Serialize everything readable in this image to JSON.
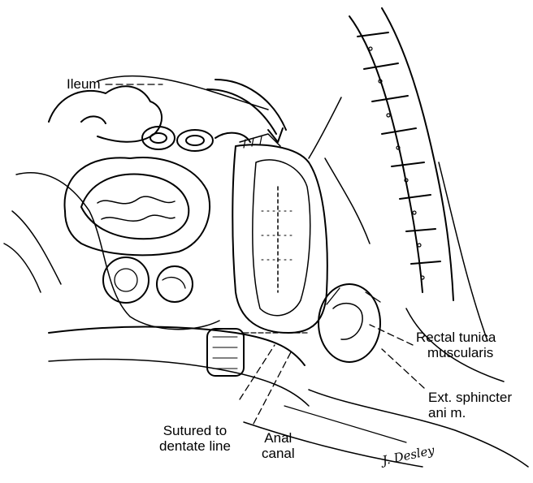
{
  "figure": {
    "labels": {
      "ileum": "Ileum",
      "rectal_tunica_line1": "Rectal tunica",
      "rectal_tunica_line2": "muscularis",
      "ext_sphincter_line1": "Ext. sphincter",
      "ext_sphincter_line2": "ani m.",
      "sutured_line1": "Sutured to",
      "sutured_line2": "dentate line",
      "anal_line1": "Anal",
      "anal_line2": "canal"
    },
    "signature": "J. Desley",
    "colors": {
      "ink": "#000000",
      "paper": "#ffffff"
    }
  }
}
